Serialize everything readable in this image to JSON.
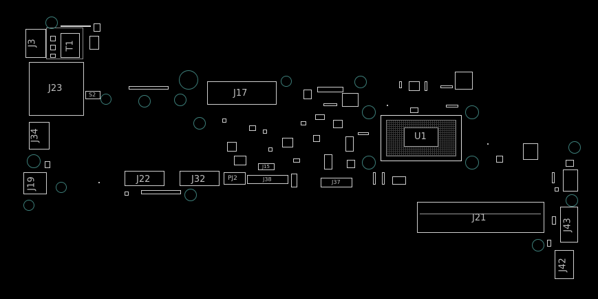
{
  "board": {
    "title": "",
    "labels": {
      "J3": "J3",
      "T1": "T1",
      "J23": "J23",
      "S2": "S2",
      "J34": "J34",
      "J19": "J19",
      "J17": "J17",
      "J22": "J22",
      "J32": "J32",
      "PJ2": "PJ2",
      "J38": "J38",
      "J15": "J15",
      "J37": "J37",
      "U1": "U1",
      "J21": "J21",
      "J43": "J43",
      "J42": "J42"
    }
  }
}
